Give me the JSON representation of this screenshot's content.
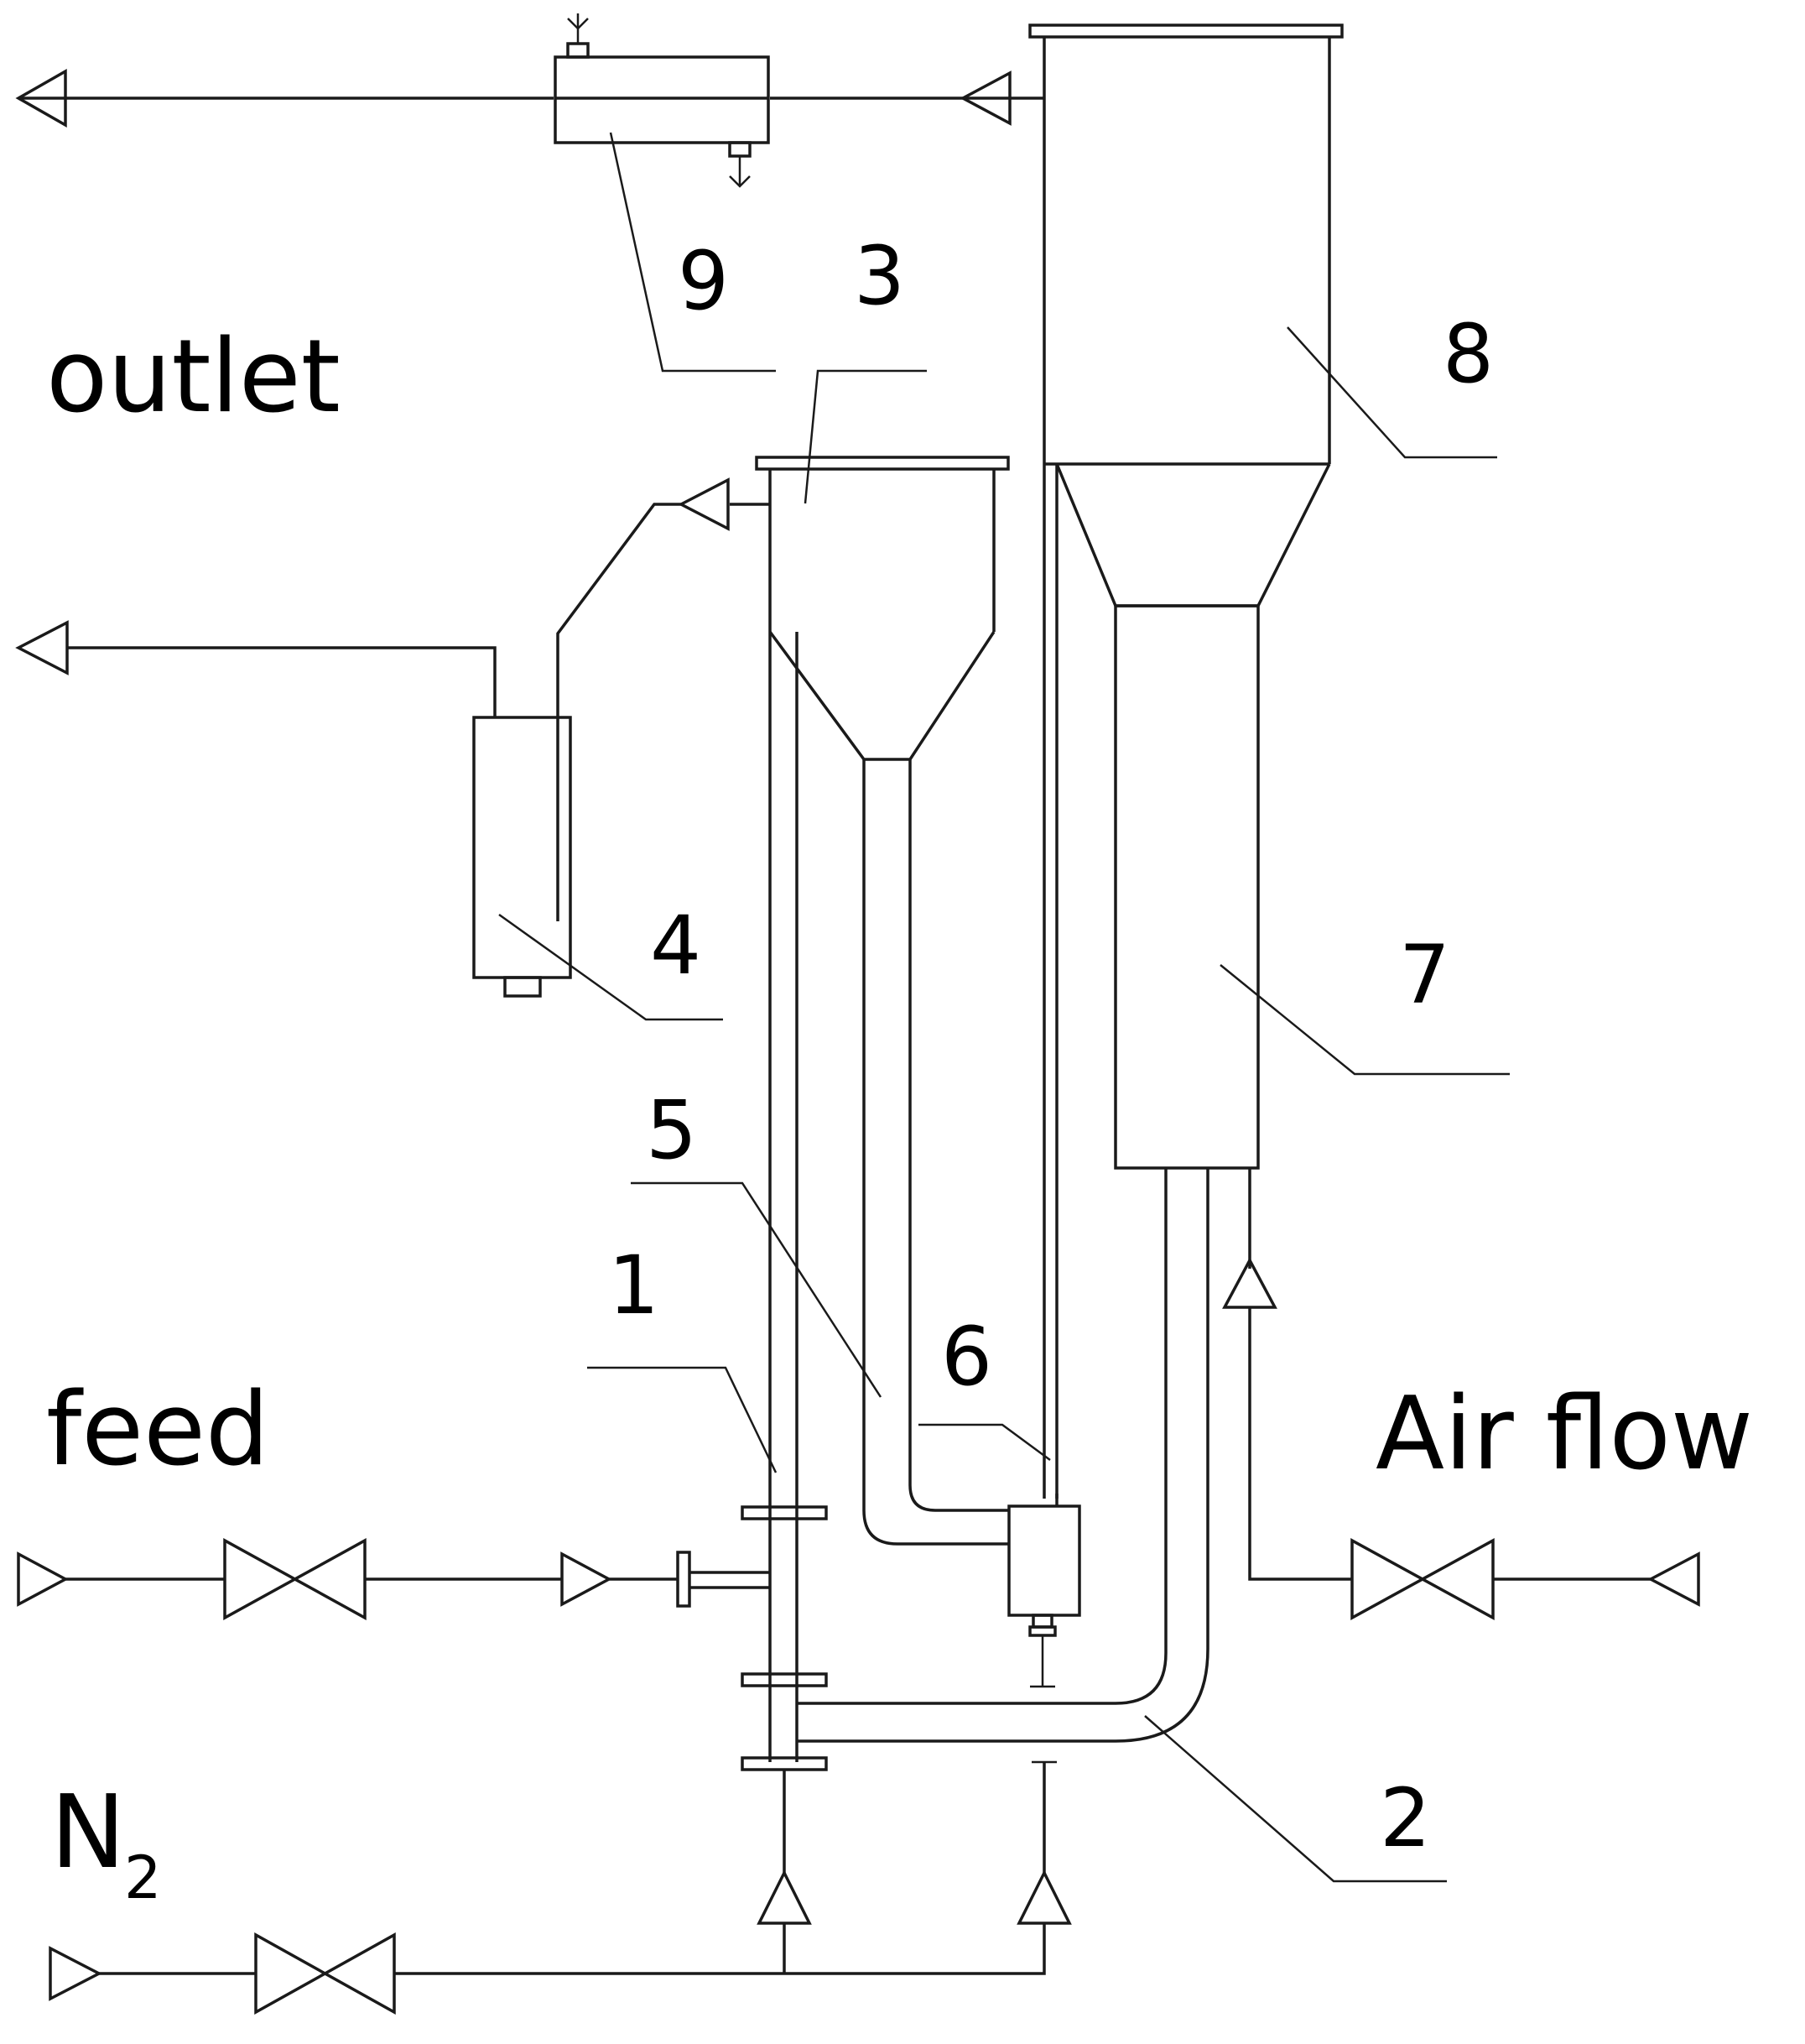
{
  "labels": {
    "outlet": "outlet",
    "feed": "feed",
    "air_flow": "Air flow",
    "n2_main": "N",
    "n2_sub": "2"
  },
  "numbers": {
    "n1": "1",
    "n2": "2",
    "n3": "3",
    "n4": "4",
    "n5": "5",
    "n6": "6",
    "n7": "7",
    "n8": "8",
    "n9": "9"
  },
  "colors": {
    "line": "#1a1a1a",
    "background": "#ffffff"
  }
}
